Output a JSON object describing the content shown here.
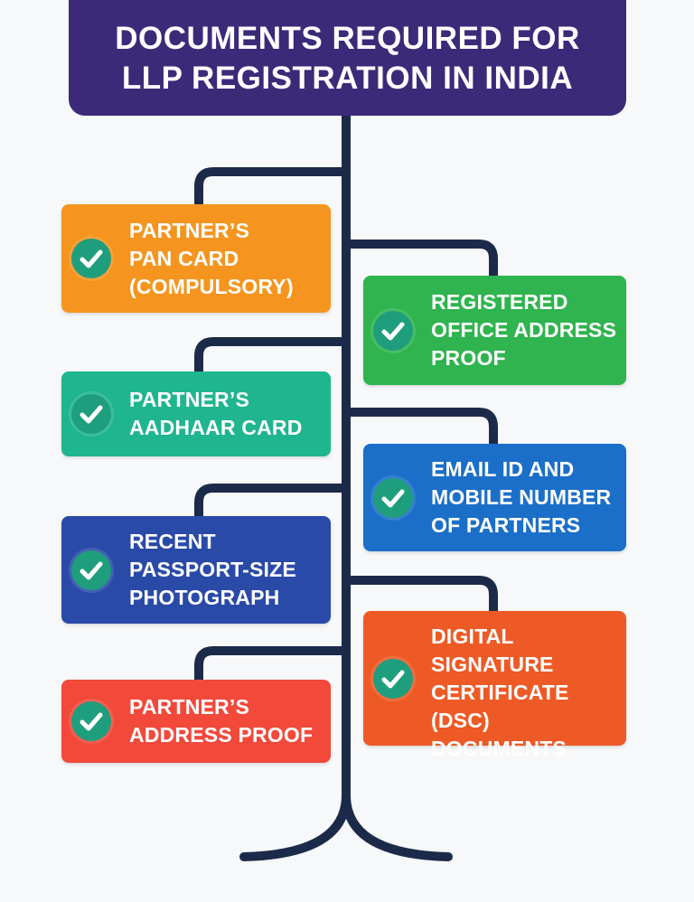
{
  "title": {
    "line1": "DOCUMENTS REQUIRED FOR",
    "line2": "LLP REGISTRATION IN INDIA"
  },
  "colors": {
    "title_bg": "#3b2a78",
    "trunk": "#1c2a4a",
    "check_bg": "#1f9e7d"
  },
  "cards": [
    {
      "id": "pan-card",
      "side": "left",
      "color": "#f5951f",
      "lines": [
        "PARTNER’S",
        "PAN CARD",
        "(COMPULSORY)"
      ]
    },
    {
      "id": "registered-office",
      "side": "right",
      "color": "#2fb44f",
      "lines": [
        "REGISTERED",
        "OFFICE ADDRESS",
        "PROOF"
      ]
    },
    {
      "id": "aadhaar-card",
      "side": "left",
      "color": "#1fb58f",
      "lines": [
        "PARTNER’S",
        "AADHAAR CARD"
      ]
    },
    {
      "id": "email-mobile",
      "side": "right",
      "color": "#1b6fc9",
      "lines": [
        "EMAIL ID AND",
        "MOBILE NUMBER",
        "OF PARTNERS"
      ]
    },
    {
      "id": "passport-photo",
      "side": "left",
      "color": "#2a4aa8",
      "lines": [
        "RECENT",
        "PASSPORT-SIZE",
        "PHOTOGRAPH"
      ]
    },
    {
      "id": "dsc-documents",
      "side": "right",
      "color": "#ee5a26",
      "lines": [
        "DIGITAL",
        "SIGNATURE",
        "CERTIFICATE",
        "(DSC) DOCUMENTS"
      ]
    },
    {
      "id": "address-proof",
      "side": "left",
      "color": "#f2493b",
      "lines": [
        "PARTNER’S",
        "ADDRESS PROOF"
      ]
    }
  ]
}
